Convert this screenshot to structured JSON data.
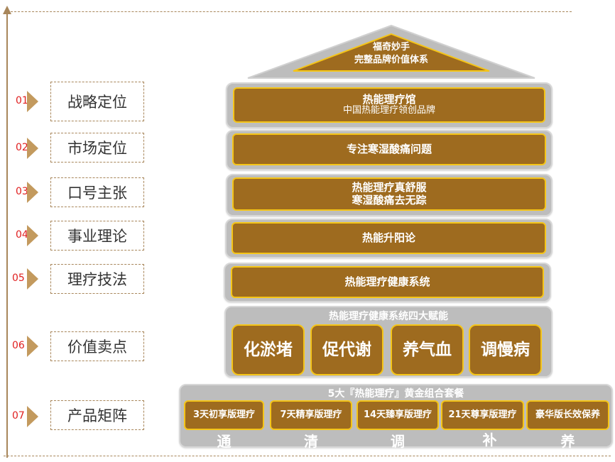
{
  "roof": {
    "line1": "福奇妙手",
    "line2": "完整品牌价值体系"
  },
  "rows": [
    {
      "num": "01",
      "label": "战略定位"
    },
    {
      "num": "02",
      "label": "市场定位"
    },
    {
      "num": "03",
      "label": "口号主张"
    },
    {
      "num": "04",
      "label": "事业理论"
    },
    {
      "num": "05",
      "label": "理疗技法"
    },
    {
      "num": "06",
      "label": "价值卖点"
    },
    {
      "num": "07",
      "label": "产品矩阵"
    }
  ],
  "tiers": {
    "t1": {
      "line1": "热能理疗馆",
      "line2": "中国热能理疗领创品牌"
    },
    "t2": {
      "text": "专注寒湿酸痛问题"
    },
    "t3": {
      "line1": "热能理疗真舒服",
      "line2": "寒湿酸痛去无踪"
    },
    "t4": {
      "text": "热能升阳论"
    },
    "t5": {
      "text": "热能理疗健康系统"
    },
    "t6": {
      "title": "热能理疗健康系统四大赋能",
      "items": [
        "化淤堵",
        "促代谢",
        "养气血",
        "调慢病"
      ]
    },
    "t7": {
      "title": "5大『热能理疗』黄金组合套餐",
      "items": [
        "3天初享版理疗",
        "7天精享版理疗",
        "14天臻享版理疗",
        "21天尊享版理疗",
        "豪华版长效保养"
      ],
      "letters": [
        "通",
        "清",
        "调",
        "补",
        "养"
      ]
    }
  },
  "colors": {
    "gold": "#9e6b1f",
    "gold_border": "#f5c518",
    "gray": "#bdbdbd",
    "accent_line": "#a8865a",
    "num_red": "#e02020"
  }
}
